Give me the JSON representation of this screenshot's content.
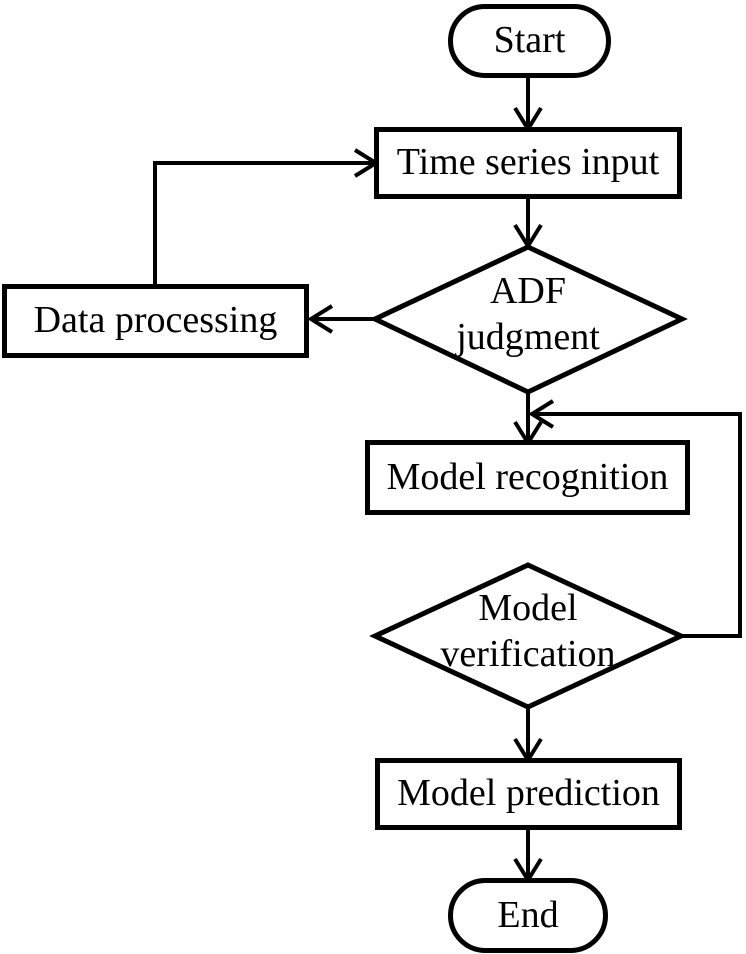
{
  "diagram": {
    "type": "flowchart",
    "background_color": "#ffffff",
    "stroke_color": "#000000",
    "text_color": "#000000",
    "nodes": [
      {
        "id": "start",
        "shape": "stadium",
        "label": "Start"
      },
      {
        "id": "time-series-input",
        "shape": "rectangle",
        "label": "Time series input"
      },
      {
        "id": "adf-judgment",
        "shape": "diamond",
        "label": "ADF judgment",
        "lines": [
          "ADF",
          "judgment"
        ]
      },
      {
        "id": "data-processing",
        "shape": "rectangle",
        "label": "Data processing"
      },
      {
        "id": "model-recognition",
        "shape": "rectangle",
        "label": "Model recognition"
      },
      {
        "id": "model-verification",
        "shape": "diamond",
        "label": "Model verification",
        "lines": [
          "Model",
          "verification"
        ]
      },
      {
        "id": "model-prediction",
        "shape": "rectangle",
        "label": "Model prediction"
      },
      {
        "id": "end",
        "shape": "stadium",
        "label": "End"
      }
    ],
    "edges": [
      {
        "from": "start",
        "to": "time-series-input",
        "style": "straight-down"
      },
      {
        "from": "time-series-input",
        "to": "adf-judgment",
        "style": "straight-down"
      },
      {
        "from": "adf-judgment",
        "to": "data-processing",
        "style": "straight-left"
      },
      {
        "from": "data-processing",
        "to": "time-series-input",
        "style": "feedback-up-right"
      },
      {
        "from": "adf-judgment",
        "to": "model-recognition",
        "style": "straight-down"
      },
      {
        "from": "model-verification",
        "to": "model-recognition",
        "style": "feedback-right-up-left"
      },
      {
        "from": "model-verification",
        "to": "model-prediction",
        "style": "straight-down"
      },
      {
        "from": "model-prediction",
        "to": "end",
        "style": "straight-down"
      }
    ]
  }
}
